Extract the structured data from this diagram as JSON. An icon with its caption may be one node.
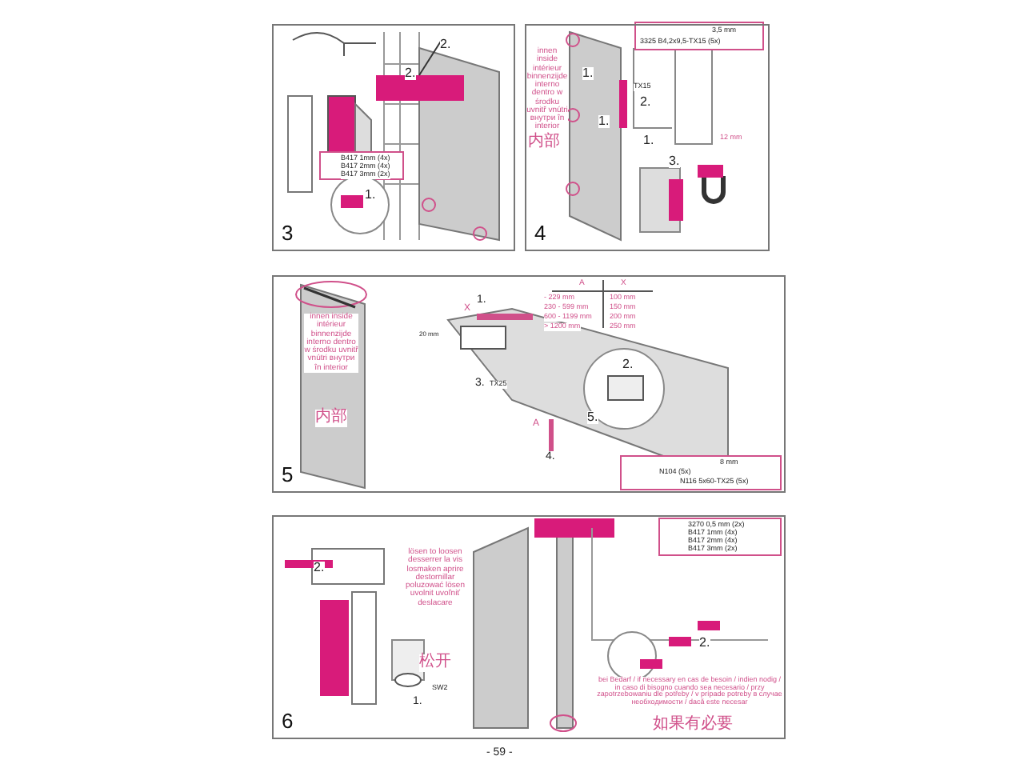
{
  "diagram": {
    "nodes": [
      {
        "text": [
          "3"
        ]
      },
      {
        "text": [
          "4"
        ]
      },
      {
        "text": [
          "5"
        ]
      },
      {
        "text": [
          "6"
        ]
      }
    ],
    "edges": [],
    "labels": [
      "2.",
      "2.",
      "B417 1mm (4x)",
      "B417 2mm (4x)",
      "B417 3mm (2x)",
      "1.",
      "innen inside intérieur binnenzijde interno dentro w środku uvnitř vnútri внутри în interior",
      "内部",
      "3,5 mm",
      "3325 B4,2x9,5-TX15 (5x)",
      "1.",
      "TX15",
      "2.",
      "1.",
      "1.",
      "12 mm",
      "3.",
      "innen inside intérieur binnenzijde interno dentro w środku uvnitř vnútri внутри în interior",
      "内部",
      "X",
      "1.",
      "20 mm",
      "3.",
      "TX25",
      "A",
      "X",
      "- 229 mm",
      "100 mm",
      "230 - 599 mm",
      "150 mm",
      "600 - 1199 mm",
      "200 mm",
      "> 1200 mm",
      "250 mm",
      "2.",
      "5.",
      "A",
      "4.",
      "8 mm",
      "N104 (5x)",
      "N116 5x60-TX25 (5x)",
      "2.",
      "lösen to loosen desserrer la vis losmaken aprire destornillar poluzować lösen uvolnit uvoľniť deslacare",
      "松开",
      "1.",
      "SW2",
      "3270 0,5 mm (2x)",
      "B417 1mm (4x)",
      "B417 2mm (4x)",
      "B417 3mm (2x)",
      "2.",
      "bei Bedarf / if necessary en cas de besoin / indien nodig / in caso di bisogno cuando sea necesario / przy zapotrzebowaniu dle potřeby / v prípade potreby в случае необходимости / dacă este necesar",
      "如果有必要",
      "- 59 -"
    ]
  }
}
